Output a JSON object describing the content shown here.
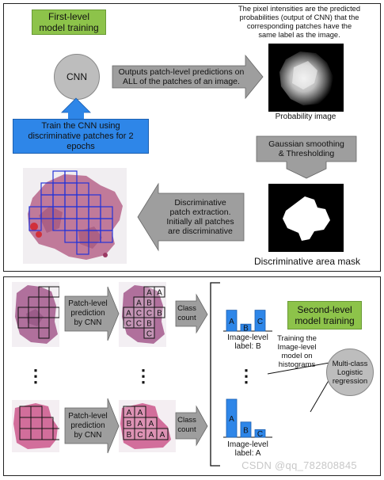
{
  "top": {
    "first_level_title": "First-level\nmodel training",
    "cnn_label": "CNN",
    "intensity_note": "The pixel intensities are the predicted\nprobabilities (output of CNN) that the\ncorresponding patches have the\nsame label as the image.",
    "outputs_arrow_text": "Outputs patch-level predictions on\nALL of the patches of an image.",
    "probability_caption": "Probability image",
    "gaussian_arrow_text": "Gaussian smoothing\n& Thresholding",
    "mask_caption": "Discriminative area mask",
    "extraction_arrow_text": "Discriminative\npatch extraction.\nInitially all patches\nare discriminative",
    "train_box_text": "Train the CNN using\ndiscriminative patches for 2 epochs"
  },
  "bottom": {
    "patch_pred_text": "Patch-level\nprediction\nby CNN",
    "class_count_text": "Class\ncount",
    "histogram_b_label": "Image-level\nlabel: B",
    "histogram_a_label": "Image-level\nlabel: A",
    "training_note": "Training the\nImage-level\nmodel on\nhistograms",
    "second_level_title": "Second-level\nmodel training",
    "logistic_label": "Multi-class\nLogistic\nregression",
    "ellipsis": "⋮",
    "grid_top": [
      [
        "A",
        "A"
      ],
      [
        "A",
        "B"
      ],
      [
        "A",
        "C",
        "C",
        "B"
      ],
      [
        "C",
        "C",
        "B"
      ],
      [
        "C"
      ]
    ],
    "grid_bottom": [
      [
        "A",
        "A"
      ],
      [
        "B",
        "A",
        "A"
      ],
      [
        "B",
        "C",
        "A",
        "A"
      ]
    ],
    "bars_b": [
      {
        "label": "A",
        "value": 3
      },
      {
        "label": "B",
        "value": 1
      },
      {
        "label": "C",
        "value": 3
      }
    ],
    "bars_a": [
      {
        "label": "A",
        "value": 5
      },
      {
        "label": "B",
        "value": 2
      },
      {
        "label": "C",
        "value": 1
      }
    ]
  },
  "watermark": "CSDN @qq_782808845",
  "colors": {
    "green": "#8dc34a",
    "blue": "#2e86e8",
    "arrow": "#9e9e9e",
    "bar": "#2e86e8",
    "tissue": "#b86c8e"
  }
}
